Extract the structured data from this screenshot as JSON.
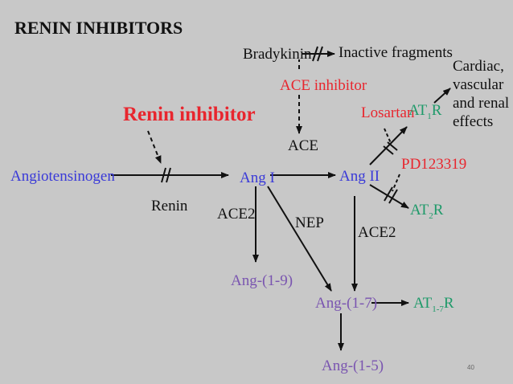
{
  "slide": {
    "title": "RENIN INHIBITORS",
    "page_number": "40"
  },
  "diagram": {
    "nodes": {
      "bradykinin": "Bradykinin",
      "inactive_fragments": "Inactive fragments",
      "ace_inhibitor": "ACE inhibitor",
      "renin_inhibitor": "Renin inhibitor",
      "ace": "ACE",
      "angiotensinogen": "Angiotensinogen",
      "renin": "Renin",
      "ang_i": "Ang I",
      "ang_ii": "Ang II",
      "ace2_left": "ACE2",
      "nep": "NEP",
      "ace2_right": "ACE2",
      "ang_1_9": "Ang-(1-9)",
      "ang_1_7": "Ang-(1-7)",
      "ang_1_5": "Ang-(1-5)",
      "losartan": "Losartan",
      "pd123319": "PD123319",
      "at1r_main": "AT",
      "at1r_sub": "1",
      "at1r_end": "R",
      "at2r_main": "AT",
      "at2r_sub": "2",
      "at2r_end": "R",
      "at17r_main": "AT",
      "at17r_sub": "1-7",
      "at17r_end": "R",
      "effects_line1": "Cardiac,",
      "effects_line2": "vascular",
      "effects_line3": "and renal",
      "effects_line4": "effects"
    },
    "colors": {
      "background": "#c8c8c8",
      "black": "#111111",
      "blue": "#3a3ad8",
      "red": "#e8262e",
      "green": "#1f9a6a",
      "purple": "#7a55b0"
    }
  }
}
